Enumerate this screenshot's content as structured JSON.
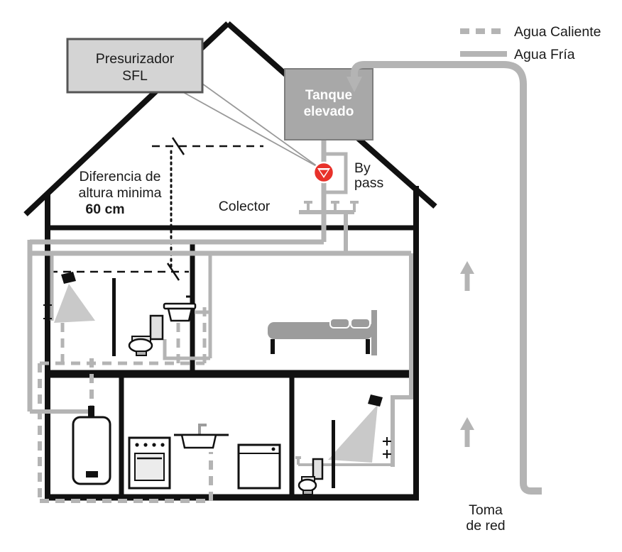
{
  "legend": {
    "hot_label": "Agua Caliente",
    "cold_label": "Agua Fría"
  },
  "labels": {
    "presurizador_l1": "Presurizador",
    "presurizador_l2": "SFL",
    "tank_l1": "Tanque",
    "tank_l2": "elevado",
    "bypass_l1": "By",
    "bypass_l2": "pass",
    "colector": "Colector",
    "height_l1": "Diferencia de",
    "height_l2": "altura minima",
    "height_value": "60 cm",
    "toma_l1": "Toma",
    "toma_l2": "de red"
  },
  "colors": {
    "pipe_gray": "#b4b4b4",
    "structure_black": "#111111",
    "valve_red": "#e8312a",
    "box_fill": "#d4d4d4",
    "tank_fill": "#a8a8a8",
    "spray_gray": "#c9c9c9",
    "furniture_gray": "#9c9c9c"
  }
}
